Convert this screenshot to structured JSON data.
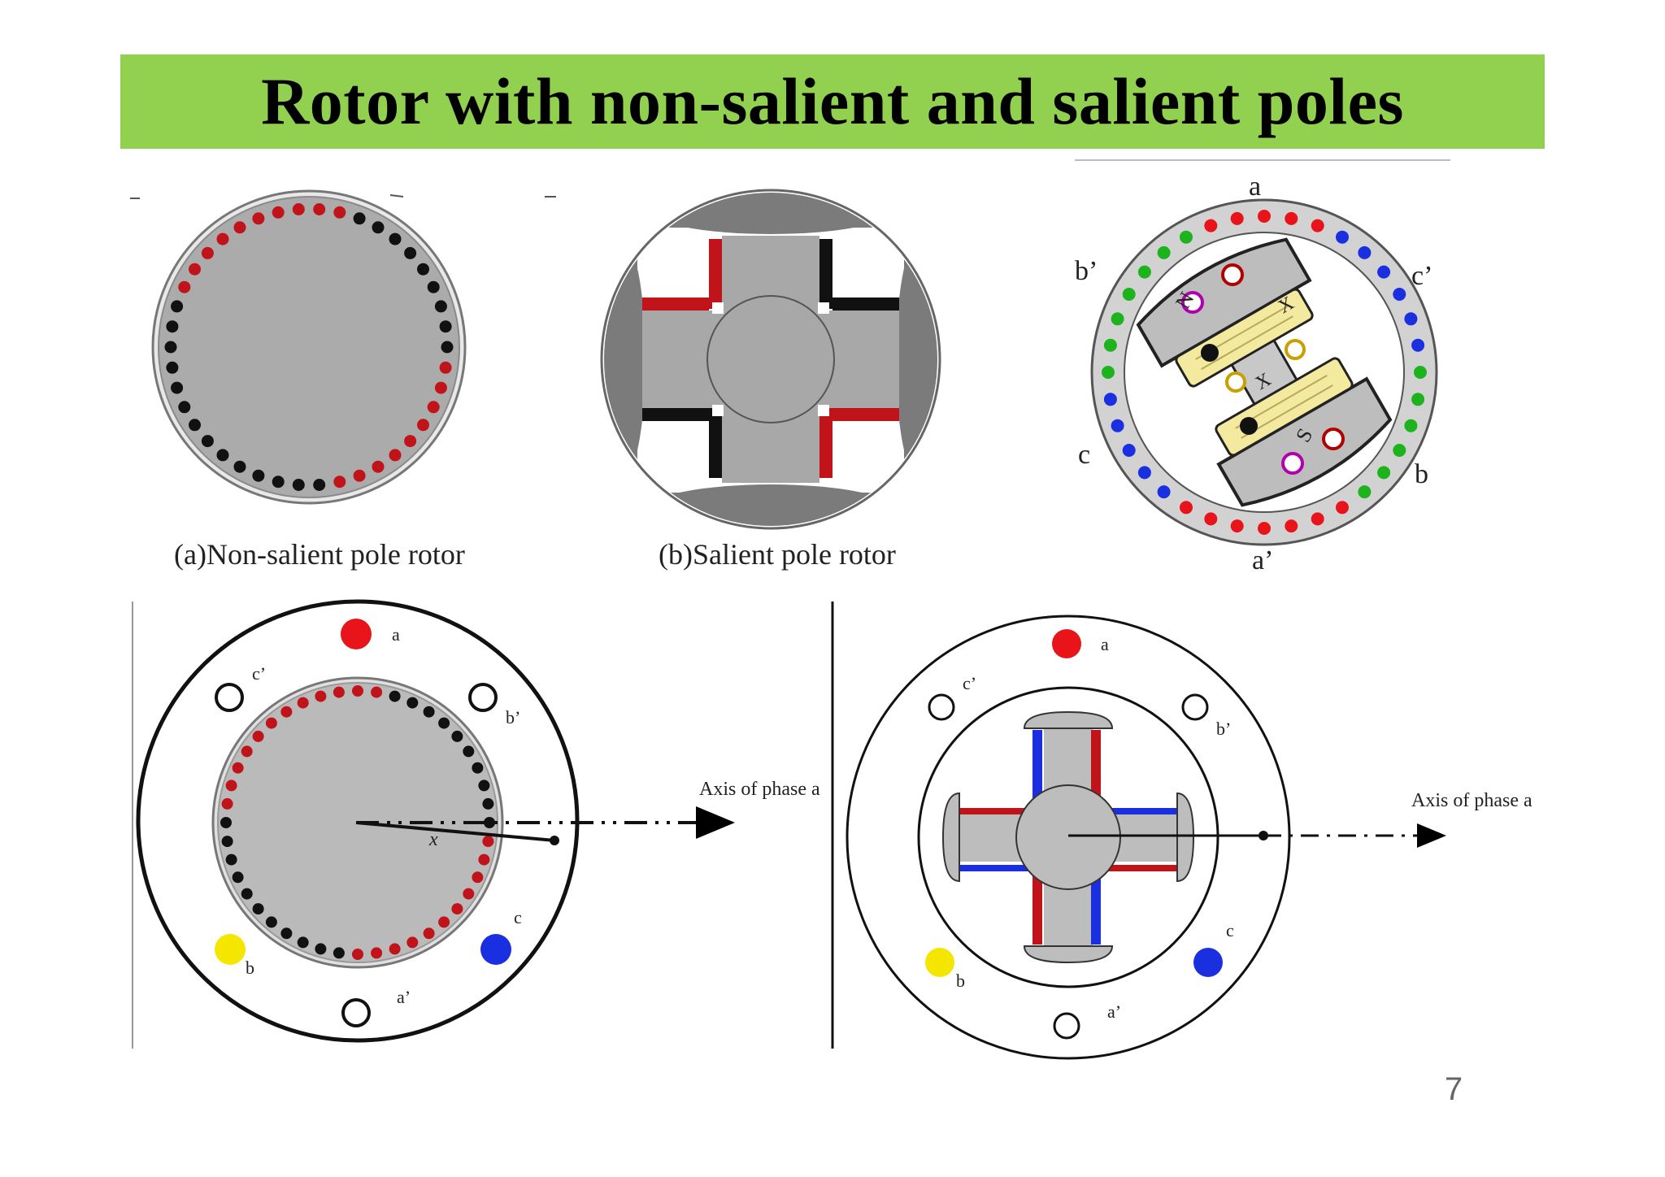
{
  "slide": {
    "title": "Rotor with non-salient and salient poles",
    "page_number": "7"
  },
  "figures": {
    "non_salient_caption": "(a)Non-salient pole rotor",
    "salient_caption": "(b)Salient pole rotor",
    "phase_labels": {
      "a": "a",
      "a_prime": "a’",
      "b": "b",
      "b_prime": "b’",
      "c": "c",
      "c_prime": "c’"
    },
    "pole_labels": {
      "north": "N",
      "south": "S"
    },
    "axis_label": "Axis of phase a",
    "axis_label_cut": "Axis of phase a",
    "angle_symbol": "x"
  },
  "colors": {
    "title_bar": "#92d050",
    "phase_a": "#e8141a",
    "phase_b": "#f5e600",
    "phase_c": "#1a2fe0",
    "winding_red": "#c0141a",
    "winding_black": "#111111",
    "rotor_gray": "#b4b4b4",
    "pole_gray": "#7a7a7a",
    "green_conductor": "#1db31d",
    "field_coil": "#f3eaa0"
  }
}
